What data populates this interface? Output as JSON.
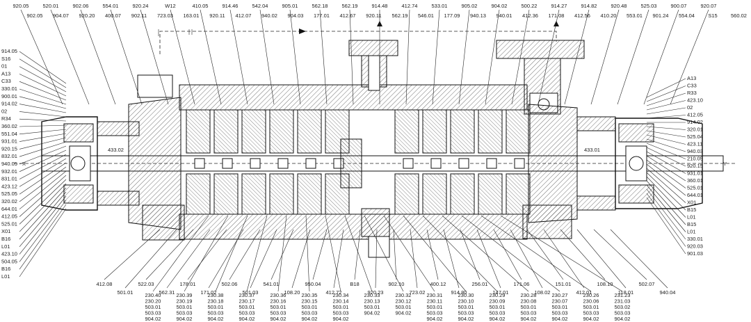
{
  "top_labels": [
    "920.05",
    "520.01",
    "902.06",
    "554.01",
    "920.24",
    "W12",
    "410.05",
    "914.46",
    "542.04",
    "905.01",
    "562.18",
    "562.19",
    "914.48",
    "412.74",
    "533.01",
    "905.02",
    "904.02",
    "500.22",
    "914.27",
    "914.82",
    "920.48",
    "525.03",
    "900.07",
    "920.07"
  ],
  "top_labels2": [
    "902.05",
    "904.07",
    "920.20",
    "400.07",
    "902.11",
    "723.03",
    "163.01",
    "920.11",
    "412.07",
    "940.02",
    "904.03",
    "177.01",
    "412.67",
    "920.11",
    "562.19",
    "546.01",
    "177.09",
    "940.13",
    "940.01",
    "412.36",
    "171.08",
    "412.56",
    "410.20",
    "553.01",
    "901.24",
    "554.04",
    "S15",
    "560.02"
  ],
  "left_labels": [
    "914.05",
    "S16",
    "01",
    "A13",
    "C33",
    "330.01",
    "900.01",
    "914.02",
    "02",
    "R34",
    "360.02",
    "551.04",
    "931.01",
    "920.15",
    "832.01",
    "940.05",
    "932.01",
    "831.01",
    "423.12",
    "525.05",
    "320.02",
    "644.01",
    "412.05",
    "525.01",
    "X01",
    "B16",
    "L01",
    "423.10",
    "504.05",
    "B16",
    "L01"
  ],
  "right_labels": [
    "A13",
    "C33",
    "R33",
    "423.10",
    "02",
    "412.05",
    "914.02",
    "320.01",
    "525.04",
    "423.11",
    "940.03",
    "210.05",
    "920.15",
    "931.01",
    "360.01",
    "525.01",
    "644.01",
    "X01",
    "B15",
    "L01",
    "B15",
    "L01",
    "330.01",
    "920.03",
    "901.03"
  ],
  "bottom_labels": [
    "412.08",
    "501.01",
    "522.03",
    "562.31",
    "178.01",
    "171.02",
    "502.06",
    "501.03",
    "541.01",
    "108.20",
    "950.04",
    "412.72",
    "B18",
    "920.23",
    "902.10",
    "723.02",
    "400.12",
    "914.80",
    "256.01",
    "147.01",
    "171.06",
    "108.02",
    "151.01",
    "412.01",
    "108.10",
    "118.01",
    "502.07",
    "940.04"
  ],
  "bottom_stacks": [
    [
      "230.40",
      "230.20",
      "503.01",
      "503.03",
      "904.02"
    ],
    [
      "230.39",
      "230.19",
      "503.01",
      "503.03",
      "904.02"
    ],
    [
      "230.38",
      "230.18",
      "503.01",
      "503.03",
      "904.02"
    ],
    [
      "230.37",
      "230.17",
      "503.01",
      "503.03",
      "904.02"
    ],
    [
      "230.36",
      "230.16",
      "503.01",
      "503.03",
      "904.02"
    ],
    [
      "230.35",
      "230.15",
      "503.01",
      "503.03",
      "904.02"
    ],
    [
      "230.34",
      "230.14",
      "503.01",
      "503.03",
      "904.02"
    ],
    [
      "230.33",
      "230.13",
      "503.01",
      "904.02"
    ],
    [
      "230.32",
      "230.12",
      "503.01",
      "904.02"
    ],
    [
      "230.31",
      "230.11",
      "503.01",
      "503.03",
      "904.02"
    ],
    [
      "230.30",
      "230.10",
      "503.01",
      "503.03",
      "904.02"
    ],
    [
      "230.29",
      "230.09",
      "503.01",
      "503.03",
      "904.02"
    ],
    [
      "230.28",
      "230.08",
      "503.01",
      "503.03",
      "904.02"
    ],
    [
      "230.27",
      "230.07",
      "503.01",
      "503.03",
      "904.02"
    ],
    [
      "230.26",
      "230.06",
      "503.01",
      "503.03",
      "904.02"
    ],
    [
      "231.23",
      "231.03",
      "503.02",
      "503.03",
      "904.02"
    ]
  ],
  "inline_labels": {
    "left_bearing": "433.02",
    "right_bearing": "433.01",
    "x_marker": "X",
    "y_marker": "Y"
  }
}
